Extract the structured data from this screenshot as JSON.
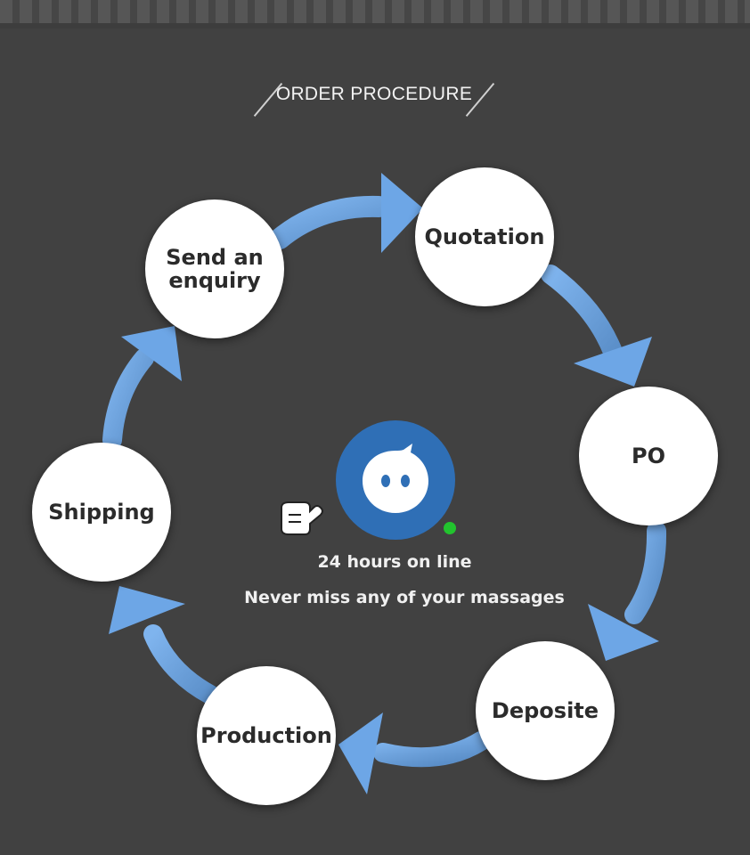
{
  "title": "ORDER PROCEDURE",
  "steps": [
    {
      "label": "Send an\nenquiry"
    },
    {
      "label": "Quotation"
    },
    {
      "label": "PO"
    },
    {
      "label": "Deposite"
    },
    {
      "label": "Production"
    },
    {
      "label": "Shipping"
    }
  ],
  "center": {
    "line1": "24 hours on line",
    "line2": "Never miss any of your massages",
    "icon": "chat-bot-icon",
    "pointer_icon": "pointing-hand-icon",
    "status": "online"
  },
  "colors": {
    "background": "#414141",
    "arrow": "#6da6e6",
    "bot": "#2f6fb6",
    "online_dot": "#22c32e"
  }
}
